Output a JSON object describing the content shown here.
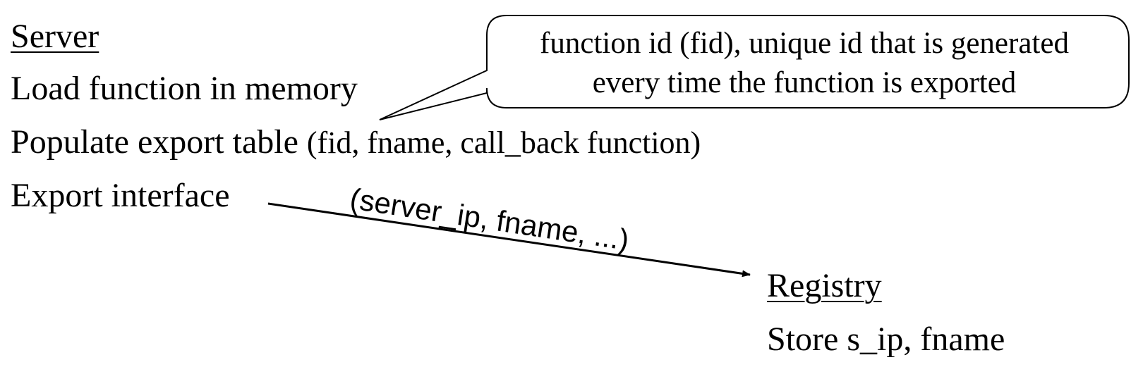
{
  "server": {
    "heading": "Server",
    "steps": [
      "Load function in memory",
      "Populate export table",
      "(fid, fname, call_back function)",
      "Export interface"
    ]
  },
  "callout": {
    "lines": [
      "function id (fid), unique id that is generated",
      "every time the function is exported"
    ]
  },
  "arrow": {
    "label": "(server_ip, fname, ...)"
  },
  "registry": {
    "heading": "Registry",
    "steps": [
      "Store s_ip, fname"
    ]
  }
}
